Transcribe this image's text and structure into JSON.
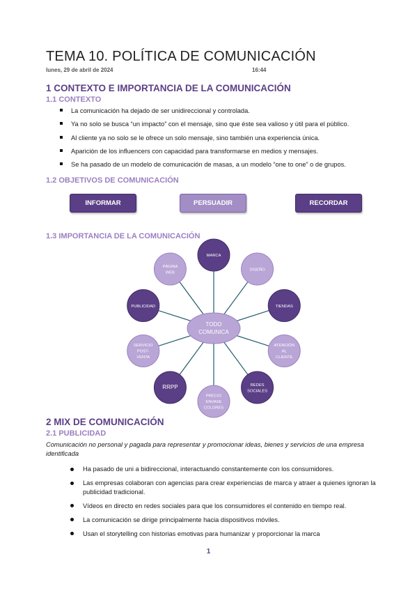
{
  "header": {
    "title": "TEMA 10. POLÍTICA DE COMUNICACIÓN",
    "date": "lunes, 29 de abril de 2024",
    "time": "16:44"
  },
  "section1": {
    "heading": "1 CONTEXTO E IMPORTANCIA DE LA COMUNICACIÓN",
    "contexto": {
      "heading": "1.1 CONTEXTO",
      "items": [
        "La comunicación ha dejado de ser unidireccional y controlada.",
        "Ya no solo se busca “un impacto” con el mensaje, sino que éste sea valioso y útil para el público.",
        "Al cliente ya no solo se le ofrece un solo mensaje, sino también una experiencia única.",
        "Aparición de los influencers con capacidad para transformarse en medios y mensajes.",
        "Se ha pasado de un modelo de comunicación de masas, a un modelo “one to one” o de grupos."
      ]
    },
    "objetivos": {
      "heading": "1.2 OBJETIVOS DE COMUNICACIÓN",
      "buttons": [
        "INFORMAR",
        "PERSUADIR",
        "RECORDAR"
      ]
    },
    "importancia": {
      "heading": "1.3 IMPORTANCIA DE LA COMUNICACIÓN",
      "center": [
        "TODO",
        "COMUNICA"
      ],
      "nodes": [
        {
          "lines": [
            "MARCA"
          ],
          "dark": true
        },
        {
          "lines": [
            "DISEÑO"
          ],
          "dark": false
        },
        {
          "lines": [
            "TIENDAS"
          ],
          "dark": true
        },
        {
          "lines": [
            "ATENCIÓN",
            "AL",
            "CLIENTE"
          ],
          "dark": false
        },
        {
          "lines": [
            "REDES",
            "SOCIALES"
          ],
          "dark": true
        },
        {
          "lines": [
            "PRECIO",
            "ENVASE",
            "COLORES"
          ],
          "dark": false
        },
        {
          "lines": [
            "RRPP"
          ],
          "dark": true
        },
        {
          "lines": [
            "SERVICIO",
            "POST-",
            "VENTA"
          ],
          "dark": false
        },
        {
          "lines": [
            "PUBLICIDAD"
          ],
          "dark": true
        },
        {
          "lines": [
            "PÁGINA",
            "WEB"
          ],
          "dark": false
        }
      ],
      "colors": {
        "dark": "#5b3f86",
        "light": "#b9a5d6",
        "center": "#b9a5d6",
        "line": "#1f5c6b"
      }
    }
  },
  "section2": {
    "heading": "2 MIX DE COMUNICACIÓN",
    "publicidad": {
      "heading": "2.1 PUBLICIDAD",
      "intro": "Comunicación no personal y pagada para representar y promocionar ideas, bienes y servicios de una empresa identificada",
      "items": [
        "Ha pasado de uni a bidireccional, interactuando constantemente con los consumidores.",
        "Las empresas colaboran con agencias para crear experiencias de marca y atraer a quienes ignoran la publicidad tradicional.",
        "Vídeos en directo en redes sociales para que los consumidores el contenido en tiempo real.",
        "La comunicación se dirige principalmente hacia dispositivos móviles.",
        "Usan el storytelling con historias emotivas para humanizar y proporcionar la marca"
      ]
    }
  },
  "footer": {
    "page_number": "1"
  }
}
